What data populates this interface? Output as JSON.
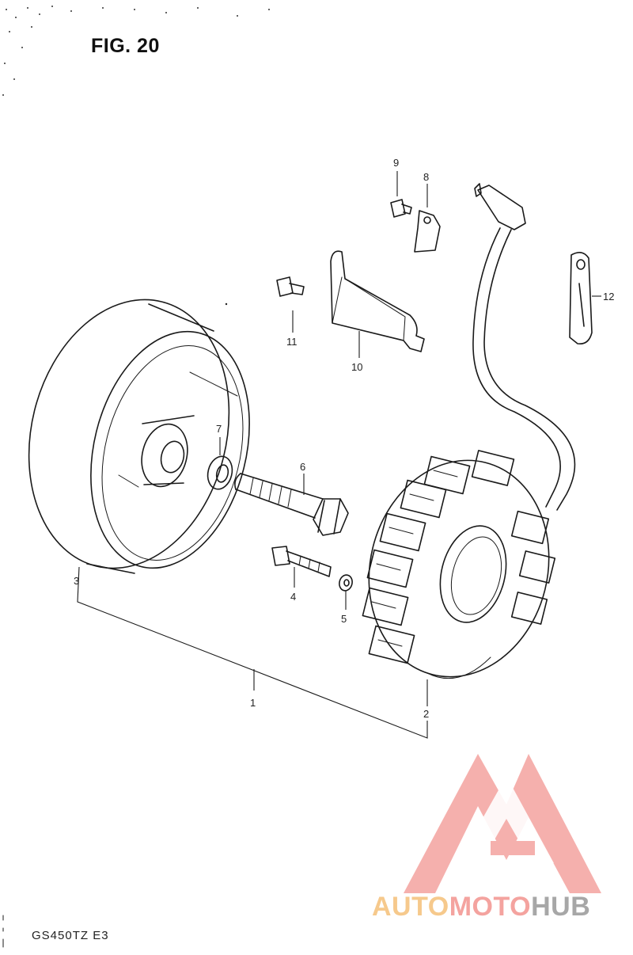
{
  "figure": {
    "title": "FIG. 20",
    "model": "GS450TZ E3"
  },
  "callouts": [
    {
      "id": "1",
      "label": "1"
    },
    {
      "id": "2",
      "label": "2"
    },
    {
      "id": "3",
      "label": "3"
    },
    {
      "id": "4",
      "label": "4"
    },
    {
      "id": "5",
      "label": "5"
    },
    {
      "id": "6",
      "label": "6"
    },
    {
      "id": "7",
      "label": "7"
    },
    {
      "id": "8",
      "label": "8"
    },
    {
      "id": "9",
      "label": "9"
    },
    {
      "id": "10",
      "label": "10"
    },
    {
      "id": "11",
      "label": "11"
    },
    {
      "id": "12",
      "label": "12"
    }
  ],
  "watermark": {
    "part1": "AUTO",
    "part2": "MOTO",
    "part3": "HUB",
    "color_part1": "#f6c98c",
    "color_part2": "#f4a39f",
    "color_part3": "#a7a7a7",
    "logo_color": "#f4a39f"
  }
}
